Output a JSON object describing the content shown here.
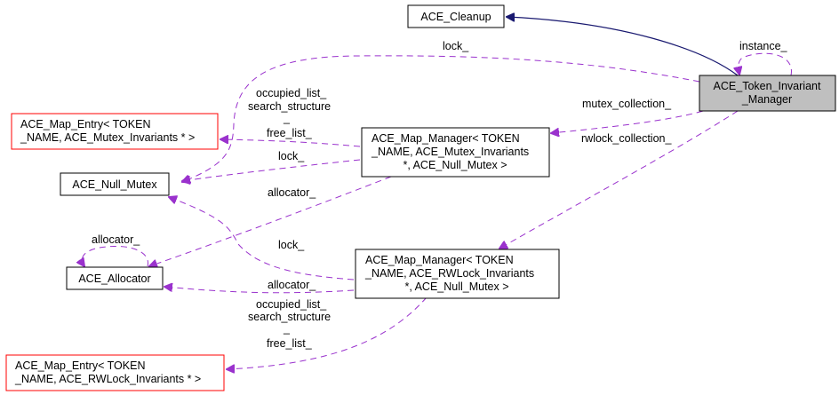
{
  "diagram": {
    "type": "collaboration-graph",
    "nodes": {
      "cleanup": {
        "lines": [
          "ACE_Cleanup"
        ],
        "border": "#000000",
        "fill": "#ffffff"
      },
      "token_manager": {
        "lines": [
          "ACE_Token_Invariant",
          "_Manager"
        ],
        "border": "#000000",
        "fill": "#bfbfbf"
      },
      "map_entry_mutex": {
        "lines": [
          "ACE_Map_Entry< TOKEN",
          "_NAME, ACE_Mutex_Invariants * >"
        ],
        "border": "#ff0000",
        "fill": "#ffffff"
      },
      "null_mutex": {
        "lines": [
          "ACE_Null_Mutex"
        ],
        "border": "#000000",
        "fill": "#ffffff"
      },
      "map_manager_mutex": {
        "lines": [
          "ACE_Map_Manager< TOKEN",
          "_NAME, ACE_Mutex_Invariants",
          "*, ACE_Null_Mutex >"
        ],
        "border": "#000000",
        "fill": "#ffffff"
      },
      "allocator": {
        "lines": [
          "ACE_Allocator"
        ],
        "border": "#000000",
        "fill": "#ffffff"
      },
      "map_manager_rwlock": {
        "lines": [
          "ACE_Map_Manager< TOKEN",
          "_NAME, ACE_RWLock_Invariants",
          "*, ACE_Null_Mutex >"
        ],
        "border": "#000000",
        "fill": "#ffffff"
      },
      "map_entry_rwlock": {
        "lines": [
          "ACE_Map_Entry< TOKEN",
          "_NAME, ACE_RWLock_Invariants * >"
        ],
        "border": "#ff0000",
        "fill": "#ffffff"
      }
    },
    "edges": [
      {
        "id": "inherit-cleanup",
        "from": "token_manager",
        "to": "cleanup",
        "kind": "inheritance",
        "labels": []
      },
      {
        "id": "instance",
        "from": "token_manager",
        "to": "token_manager",
        "kind": "usage",
        "labels": [
          "instance_"
        ]
      },
      {
        "id": "lock-token",
        "from": "token_manager",
        "to": "null_mutex",
        "kind": "usage",
        "labels": [
          "lock_"
        ]
      },
      {
        "id": "mutex-collection",
        "from": "token_manager",
        "to": "map_manager_mutex",
        "kind": "usage",
        "labels": [
          "mutex_collection_"
        ]
      },
      {
        "id": "rwlock-collection",
        "from": "token_manager",
        "to": "map_manager_rwlock",
        "kind": "usage",
        "labels": [
          "rwlock_collection_"
        ]
      },
      {
        "id": "entry-mutex",
        "from": "map_manager_mutex",
        "to": "map_entry_mutex",
        "kind": "usage",
        "labels": [
          "occupied_list_",
          "search_structure",
          "_",
          "free_list_"
        ]
      },
      {
        "id": "lock-mm-mutex",
        "from": "map_manager_mutex",
        "to": "null_mutex",
        "kind": "usage",
        "labels": [
          "lock_"
        ]
      },
      {
        "id": "alloc-mm-mutex",
        "from": "map_manager_mutex",
        "to": "allocator",
        "kind": "usage",
        "labels": [
          "allocator_"
        ]
      },
      {
        "id": "alloc-self",
        "from": "allocator",
        "to": "allocator",
        "kind": "usage",
        "labels": [
          "allocator_"
        ]
      },
      {
        "id": "lock-mm-rwlock",
        "from": "map_manager_rwlock",
        "to": "null_mutex",
        "kind": "usage",
        "labels": [
          "lock_"
        ]
      },
      {
        "id": "alloc-mm-rwlock",
        "from": "map_manager_rwlock",
        "to": "allocator",
        "kind": "usage",
        "labels": [
          "allocator_"
        ]
      },
      {
        "id": "entry-rwlock",
        "from": "map_manager_rwlock",
        "to": "map_entry_rwlock",
        "kind": "usage",
        "labels": [
          "occupied_list_",
          "search_structure",
          "_",
          "free_list_"
        ]
      }
    ],
    "colors": {
      "usage_edge": "#9a32cd",
      "inheritance_edge": "#191970",
      "highlight_fill": "#bfbfbf",
      "undocumented_border": "#ff0000"
    }
  }
}
